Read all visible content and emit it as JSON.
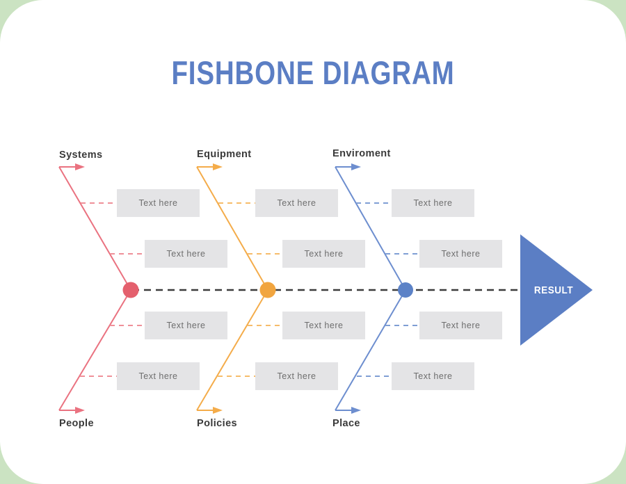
{
  "title": "FISHBONE DIAGRAM",
  "branches": {
    "top": [
      {
        "label": "Systems",
        "color": "#e4606d"
      },
      {
        "label": "Equipment",
        "color": "#f1a53f"
      },
      {
        "label": "Enviroment",
        "color": "#5c82c7"
      }
    ],
    "bottom": [
      {
        "label": "People",
        "color": "#e4606d"
      },
      {
        "label": "Policies",
        "color": "#f1a53f"
      },
      {
        "label": "Place",
        "color": "#5c82c7"
      }
    ]
  },
  "result": {
    "label": "RESULT",
    "arrow_color": "#5b7ec4"
  },
  "placeholder_boxes": [
    {
      "label": "Text here"
    },
    {
      "label": "Text here"
    },
    {
      "label": "Text here"
    },
    {
      "label": "Text here"
    },
    {
      "label": "Text here"
    },
    {
      "label": "Text here"
    },
    {
      "label": "Text here"
    },
    {
      "label": "Text here"
    },
    {
      "label": "Text here"
    },
    {
      "label": "Text here"
    },
    {
      "label": "Text here"
    },
    {
      "label": "Text here"
    }
  ],
  "colors": {
    "title_blue": "#5b7ec4",
    "spine_dark": "#3c3c3c",
    "box_background": "#e4e4e6",
    "box_text": "#6e6e6e",
    "label_text": "#3a3a3a",
    "frame_green": "#cbe3c2",
    "card_white": "#ffffff"
  }
}
